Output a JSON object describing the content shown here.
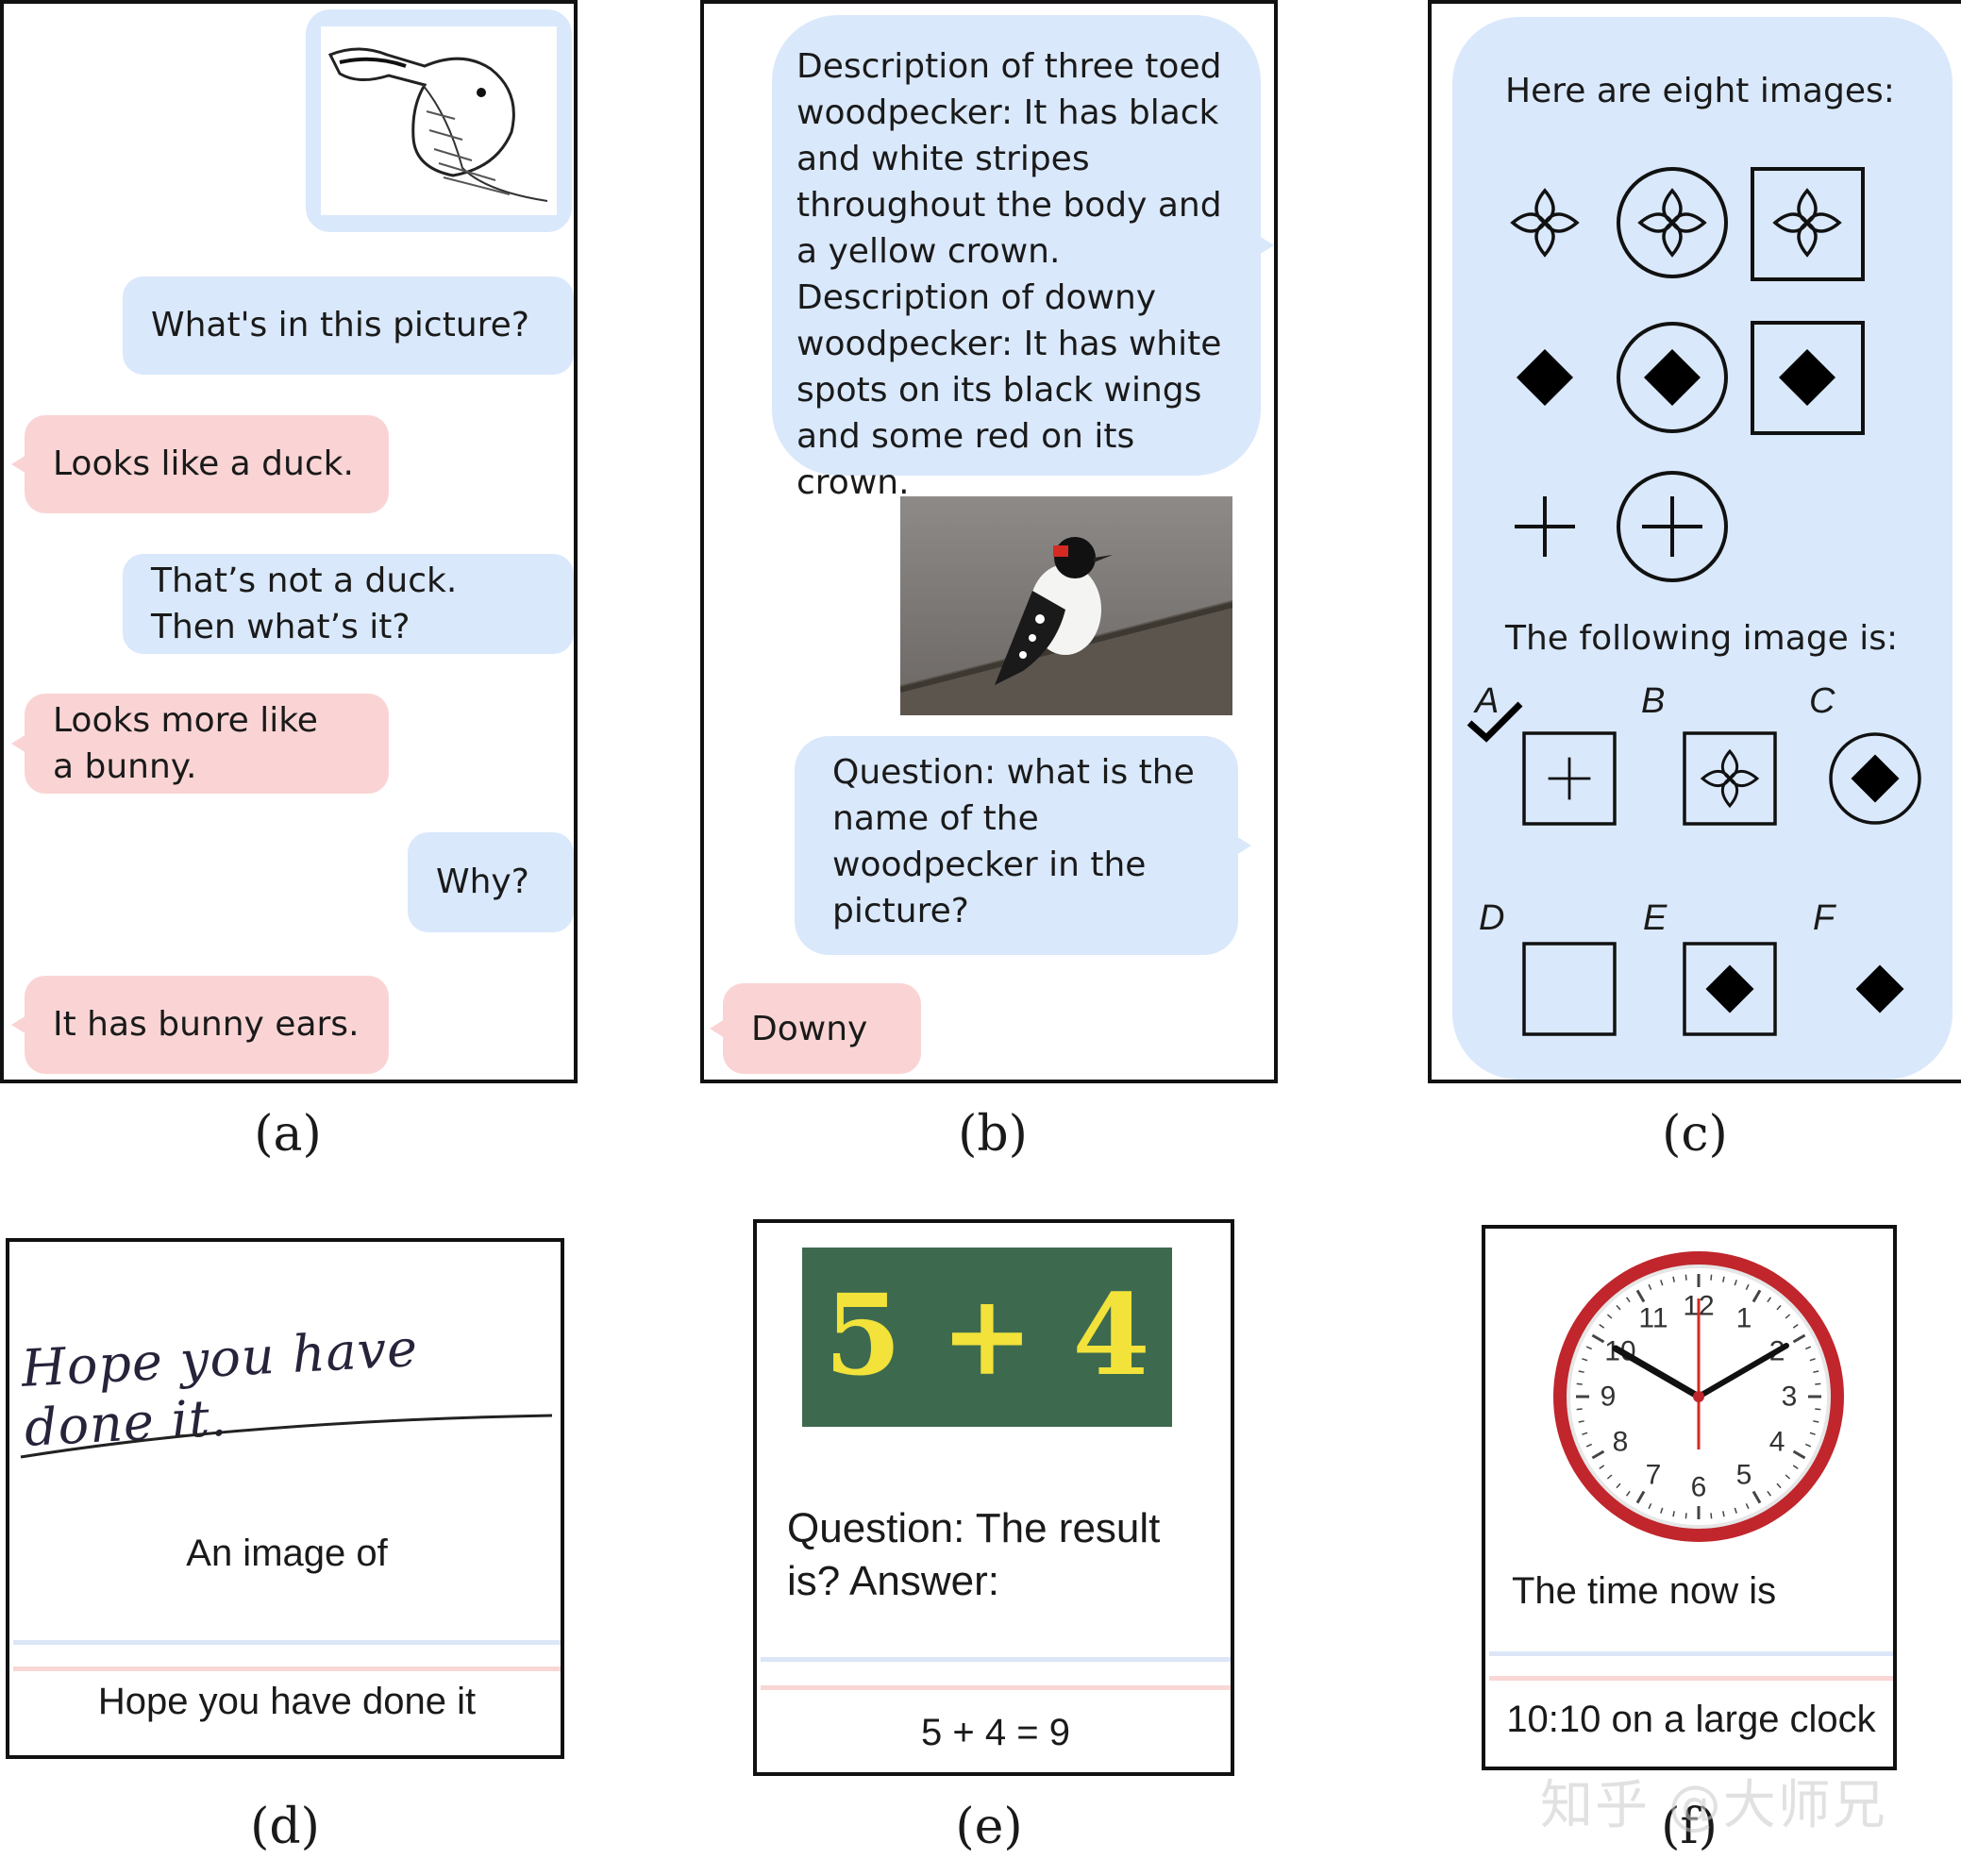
{
  "panel_a": {
    "caption": "(a)",
    "messages": [
      "What's in this picture?",
      "Looks like a duck.",
      "That’s not a duck. Then what’s it?",
      "Looks more like a bunny.",
      "Why?",
      "It has bunny ears."
    ]
  },
  "panel_b": {
    "caption": "(b)",
    "description": "Description of three toed woodpecker: It has black and white stripes throughout the body and a yellow crown. Description of downy woodpecker: It has white spots on its black wings and some red on its crown.",
    "question": "Question: what is the name of the woodpecker in the picture?",
    "answer": "Downy"
  },
  "panel_c": {
    "caption": "(c)",
    "intro": "Here are eight images:",
    "following": "The following image is:",
    "options": [
      "A",
      "B",
      "C",
      "D",
      "E",
      "F"
    ],
    "selected": "A"
  },
  "panel_d": {
    "caption": "(d)",
    "handwriting": "Hope you have done it.",
    "prompt": "An image of",
    "answer": "Hope you have done it"
  },
  "panel_e": {
    "caption": "(e)",
    "board_text": "5 + 4",
    "question": "Question: The result is? Answer:",
    "answer": "5 + 4 = 9"
  },
  "panel_f": {
    "caption": "(f)",
    "clock_numbers": [
      "12",
      "1",
      "2",
      "3",
      "4",
      "5",
      "6",
      "7",
      "8",
      "9",
      "10",
      "11"
    ],
    "prompt": "The time now is",
    "answer": "10:10 on a large clock"
  },
  "watermark": "知乎 @大师兄",
  "colors": {
    "blue_bubble": "#d9e8fb",
    "pink_bubble": "#fad4d4",
    "board_green": "#3d6a4f",
    "board_text": "#f2e23a",
    "clock_red": "#c0262c"
  }
}
